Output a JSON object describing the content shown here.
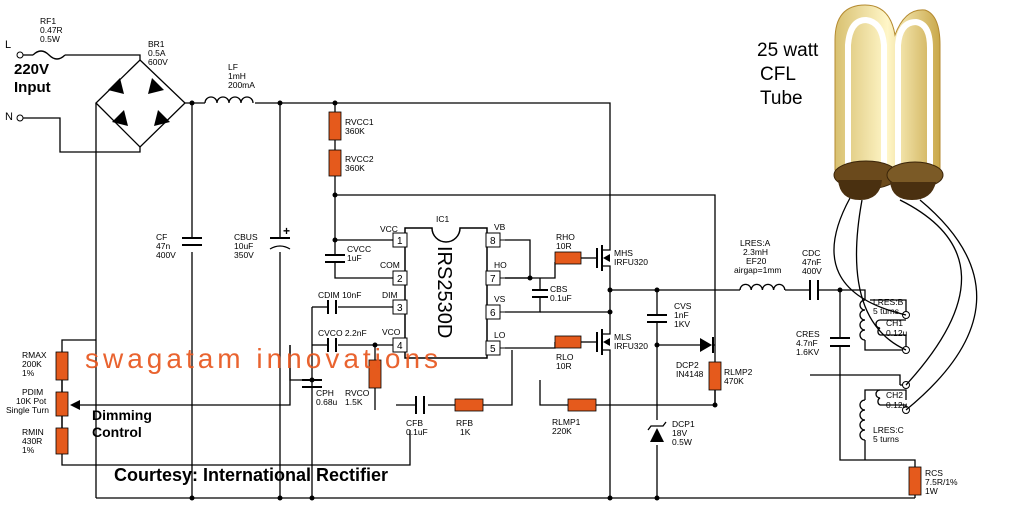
{
  "input": {
    "line": "L",
    "neutral": "N",
    "voltage": "220V",
    "label": "Input"
  },
  "rf1": {
    "name": "RF1",
    "value": "0.47R",
    "power": "0.5W"
  },
  "br1": {
    "name": "BR1",
    "current": "0.5A",
    "voltage": "600V"
  },
  "lf": {
    "name": "LF",
    "value": "1mH",
    "current": "200mA"
  },
  "cf": {
    "name": "CF",
    "value": "47n",
    "voltage": "400V"
  },
  "cbus": {
    "name": "CBUS",
    "value": "10uF",
    "voltage": "350V",
    "polarity": "+"
  },
  "rvcc1": {
    "name": "RVCC1",
    "value": "360K"
  },
  "rvcc2": {
    "name": "RVCC2",
    "value": "360K"
  },
  "cvcc": {
    "name": "CVCC",
    "value": "1uF"
  },
  "cdim": {
    "label": "CDIM 10nF"
  },
  "cvco": {
    "label": "CVCO 2.2nF"
  },
  "ic": {
    "ref": "IC1",
    "part": "IRS2530D",
    "left_pins": [
      {
        "num": "1",
        "name": "VCC"
      },
      {
        "num": "2",
        "name": "COM"
      },
      {
        "num": "3",
        "name": "DIM"
      },
      {
        "num": "4",
        "name": "VCO"
      }
    ],
    "right_pins": [
      {
        "num": "8",
        "name": "VB"
      },
      {
        "num": "7",
        "name": "HO"
      },
      {
        "num": "6",
        "name": "VS"
      },
      {
        "num": "5",
        "name": "LO"
      }
    ]
  },
  "rho": {
    "name": "RHO",
    "value": "10R"
  },
  "rlo": {
    "name": "RLO",
    "value": "10R"
  },
  "cbs": {
    "name": "CBS",
    "value": "0.1uF"
  },
  "mhs": {
    "name": "MHS",
    "part": "IRFU320"
  },
  "mls": {
    "name": "MLS",
    "part": "IRFU320"
  },
  "cvs": {
    "name": "CVS",
    "value": "1nF",
    "voltage": "1KV"
  },
  "dcp2": {
    "name": "DCP2",
    "part": "IN4148"
  },
  "rlmp2": {
    "name": "RLMP2",
    "value": "470K"
  },
  "dcp1": {
    "name": "DCP1",
    "value": "18V",
    "power": "0.5W"
  },
  "rlmp1": {
    "name": "RLMP1",
    "value": "220K"
  },
  "lresa": {
    "name": "LRES:A",
    "value": "2.3mH",
    "core": "EF20",
    "gap": "airgap=1mm"
  },
  "cdc": {
    "name": "CDC",
    "value": "47nF",
    "voltage": "400V"
  },
  "cres": {
    "name": "CRES",
    "value": "4.7nF",
    "voltage": "1.6KV"
  },
  "lresb": {
    "name": "LRES:B",
    "turns": "5 turns"
  },
  "ch1": {
    "name": "CH1",
    "value": "0.12u"
  },
  "ch2": {
    "name": "CH2",
    "value": "0.12u"
  },
  "lresc": {
    "name": "LRES:C",
    "turns": "5 turns"
  },
  "rcs": {
    "name": "RCS",
    "value": "7.5R/1%",
    "power": "1W"
  },
  "rmax": {
    "name": "RMAX",
    "value": "200K",
    "tol": "1%"
  },
  "pdim": {
    "name": "PDIM",
    "value": "10K Pot",
    "type": "Single Turn"
  },
  "rmin": {
    "name": "RMIN",
    "value": "430R",
    "tol": "1%"
  },
  "cph": {
    "name": "CPH",
    "value": "0.68u"
  },
  "rvco": {
    "name": "RVCO",
    "value": "1.5K"
  },
  "cfb": {
    "name": "CFB",
    "value": "0.1uF"
  },
  "rfb": {
    "name": "RFB",
    "value": "1K"
  },
  "dimming": {
    "line1": "Dimming",
    "line2": "Control"
  },
  "courtesy": "Courtesy: International Rectifier",
  "watermark": "swagatam innovations",
  "tube": {
    "line1": "25 watt",
    "line2": "CFL",
    "line3": "Tube"
  },
  "colors": {
    "resistor": "#e55a1c",
    "watermark": "#e8561e",
    "tube_glow": "#f2e08a"
  }
}
